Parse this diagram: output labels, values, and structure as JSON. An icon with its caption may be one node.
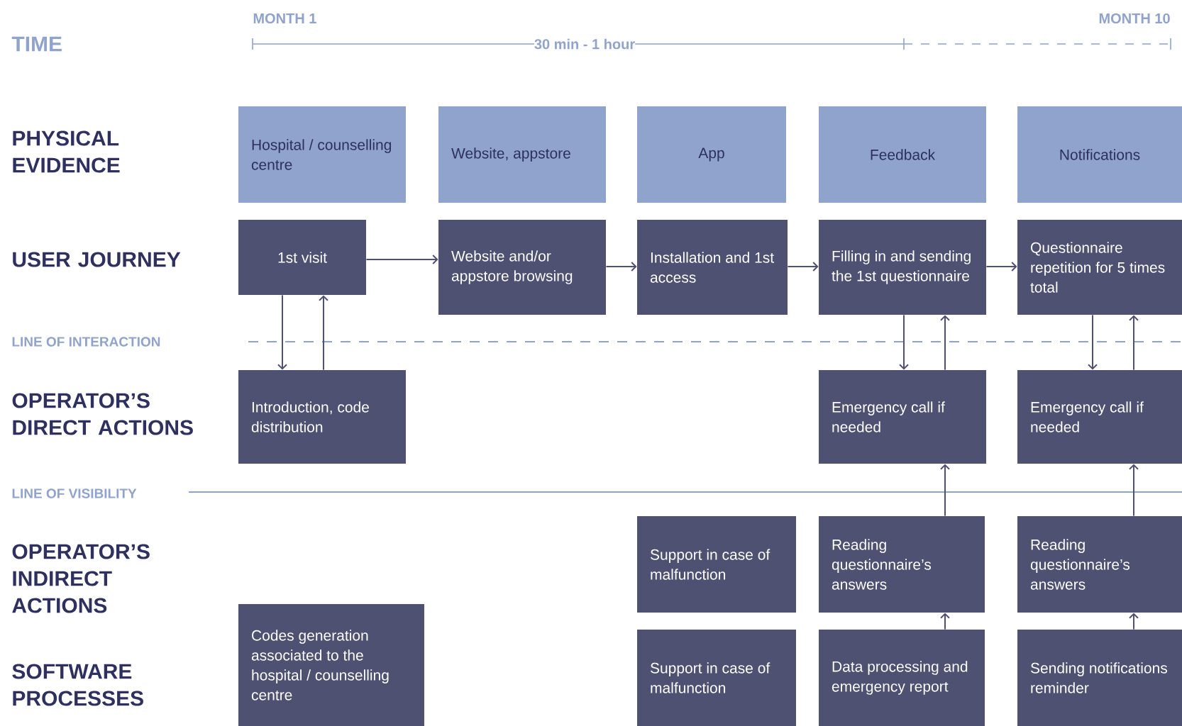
{
  "diagram": {
    "nodes": [
      {
        "text": [
          "Hospital / counselling centre"
        ]
      },
      {
        "text": [
          "Website, appstore"
        ]
      },
      {
        "text": [
          "App"
        ]
      },
      {
        "text": [
          "Feedback"
        ]
      },
      {
        "text": [
          "Notifications"
        ]
      },
      {
        "text": [
          "1st visit"
        ]
      },
      {
        "text": [
          "Website and/or appstore browsing"
        ]
      },
      {
        "text": [
          "Installation and 1st access"
        ]
      },
      {
        "text": [
          "Filling in and sending the 1st questionnaire"
        ]
      },
      {
        "text": [
          "Questionnaire repetition for 5 times total"
        ]
      },
      {
        "text": [
          "Introduction, code distribution"
        ]
      },
      {
        "text": [
          "Emergency call if needed"
        ]
      },
      {
        "text": [
          "Emergency call if needed"
        ]
      },
      {
        "text": [
          "Support in case of malfunction"
        ]
      },
      {
        "text": [
          "Reading questionnaire’s answers"
        ]
      },
      {
        "text": [
          "Reading questionnaire’s answers"
        ]
      },
      {
        "text": [
          "Codes generation associated to the hospital / counselling centre"
        ]
      },
      {
        "text": [
          "Support in case of malfunction"
        ]
      },
      {
        "text": [
          "Data processing and emergency report"
        ]
      },
      {
        "text": [
          "Sending notifications reminder"
        ]
      }
    ],
    "edges": [
      {
        "from": 5,
        "to": 6,
        "arrow": "to"
      },
      {
        "from": 6,
        "to": 7,
        "arrow": "to"
      },
      {
        "from": 7,
        "to": 8,
        "arrow": "to"
      },
      {
        "from": 8,
        "to": 9,
        "arrow": "to"
      },
      {
        "from": 5,
        "to": 10,
        "arrow": "to"
      },
      {
        "from": 10,
        "to": 5,
        "arrow": "to"
      },
      {
        "from": 8,
        "to": 11,
        "arrow": "to"
      },
      {
        "from": 11,
        "to": 8,
        "arrow": "to"
      },
      {
        "from": 9,
        "to": 12,
        "arrow": "to"
      },
      {
        "from": 12,
        "to": 9,
        "arrow": "to"
      },
      {
        "from": 14,
        "to": 11,
        "arrow": "to"
      },
      {
        "from": 15,
        "to": 12,
        "arrow": "to"
      },
      {
        "from": 18,
        "to": 14,
        "arrow": "to"
      },
      {
        "from": 19,
        "to": 15,
        "arrow": "to"
      }
    ],
    "labels": [
      "MONTH 1",
      "MONTH 10",
      "TIME",
      "30 min - 1 hour",
      "PHYSICAL EVIDENCE",
      "USER JOURNEY",
      "LINE OF INTERACTION",
      "OPERATOR’S DIRECT ACTIONS",
      "LINE OF VISIBILITY",
      "OPERATOR’S INDIRECT ACTIONS",
      "SOFTWARE PROCESSES"
    ]
  }
}
